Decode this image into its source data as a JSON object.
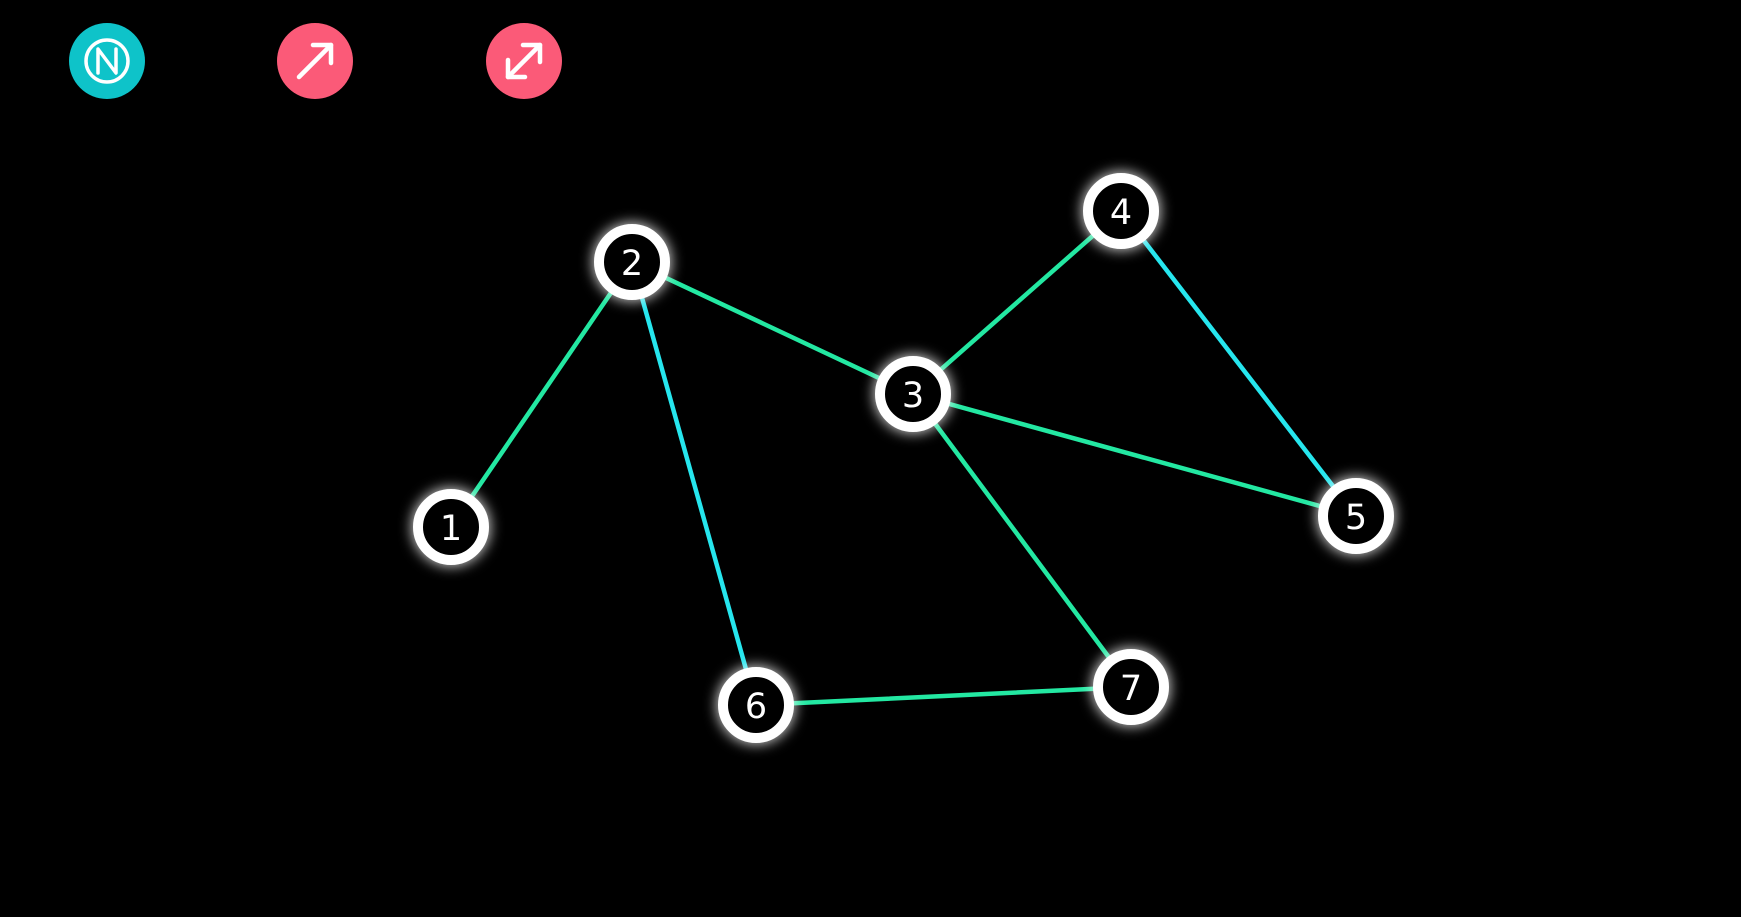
{
  "toolbar": {
    "buttons": [
      {
        "id": "normal",
        "icon": "circled-n-icon",
        "color": "#0ec3c9",
        "active": true
      },
      {
        "id": "directed",
        "icon": "arrow-up-right-icon",
        "color": "#fb5a78",
        "active": false
      },
      {
        "id": "undirected",
        "icon": "arrow-both-diagonal-icon",
        "color": "#fb5a78",
        "active": false
      }
    ]
  },
  "graph": {
    "colors": {
      "edge_green": "#23e8a2",
      "edge_cyan": "#26e6ee",
      "node_stroke": "#ffffff",
      "node_fill": "#000000",
      "node_glow": "#ffffff"
    },
    "nodes": [
      {
        "id": 1,
        "label": "1"
      },
      {
        "id": 2,
        "label": "2"
      },
      {
        "id": 3,
        "label": "3"
      },
      {
        "id": 4,
        "label": "4"
      },
      {
        "id": 5,
        "label": "5"
      },
      {
        "id": 6,
        "label": "6"
      },
      {
        "id": 7,
        "label": "7"
      }
    ],
    "edges": [
      {
        "from": 2,
        "to": 1,
        "color": "green"
      },
      {
        "from": 2,
        "to": 3,
        "color": "green"
      },
      {
        "from": 2,
        "to": 6,
        "color": "cyan"
      },
      {
        "from": 3,
        "to": 4,
        "color": "green"
      },
      {
        "from": 3,
        "to": 5,
        "color": "green"
      },
      {
        "from": 3,
        "to": 7,
        "color": "green"
      },
      {
        "from": 4,
        "to": 5,
        "color": "cyan"
      },
      {
        "from": 6,
        "to": 7,
        "color": "green"
      }
    ]
  }
}
